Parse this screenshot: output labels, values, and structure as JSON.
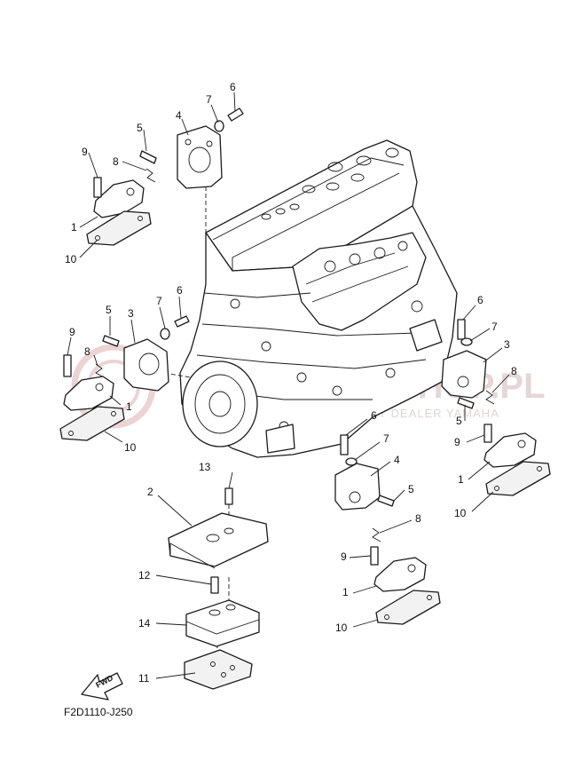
{
  "diagram": {
    "code": "F2D1110-J250",
    "watermark": {
      "main": "YAMASHOP.PL",
      "sub": "WYŁĄCZNY AUTORYZOWANY DEALER YAMAHA"
    },
    "fwd_label": "FWD",
    "callouts": [
      "1",
      "2",
      "3",
      "4",
      "5",
      "6",
      "7",
      "8",
      "9",
      "10",
      "11",
      "12",
      "13",
      "14"
    ]
  }
}
